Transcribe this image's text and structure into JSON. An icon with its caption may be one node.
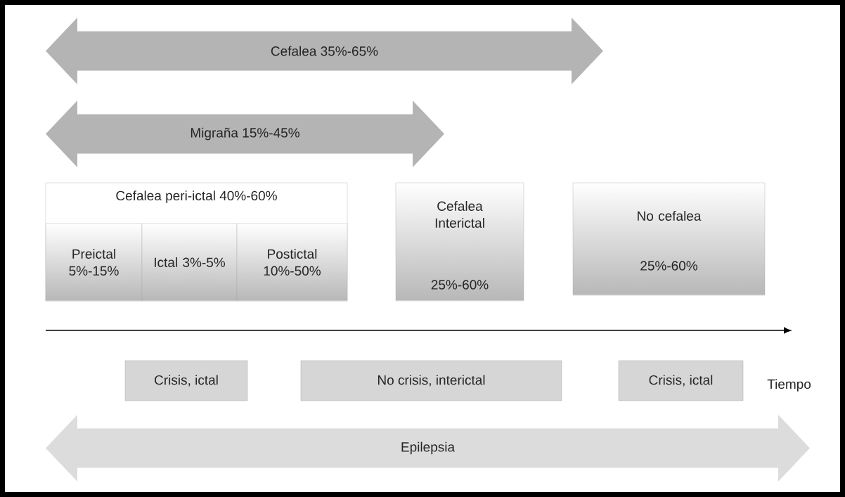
{
  "diagram": {
    "nodes": [
      {
        "text": [
          "Cefalea 35%-65%"
        ]
      },
      {
        "text": [
          "Migraña 15%-45%"
        ]
      },
      {
        "text": [
          "Cefalea peri-ictal 40%-60%"
        ]
      },
      {
        "text": [
          "Preictal 5%-15%"
        ],
        "in": 2
      },
      {
        "text": [
          "Ictal 3%-5%"
        ],
        "in": 2
      },
      {
        "text": [
          "Postictal 10%-50%"
        ],
        "in": 2
      },
      {
        "text": [
          "Cefalea Interictal",
          "25%-60%"
        ]
      },
      {
        "text": [
          "No cefalea",
          "25%-60%"
        ]
      },
      {
        "text": [
          "Crisis, ictal"
        ]
      },
      {
        "text": [
          "No crisis, interictal"
        ]
      },
      {
        "text": [
          "Crisis, ictal"
        ]
      },
      {
        "text": [
          "Epilepsia"
        ]
      }
    ],
    "edges": [],
    "labels": [
      "Tiempo"
    ]
  }
}
